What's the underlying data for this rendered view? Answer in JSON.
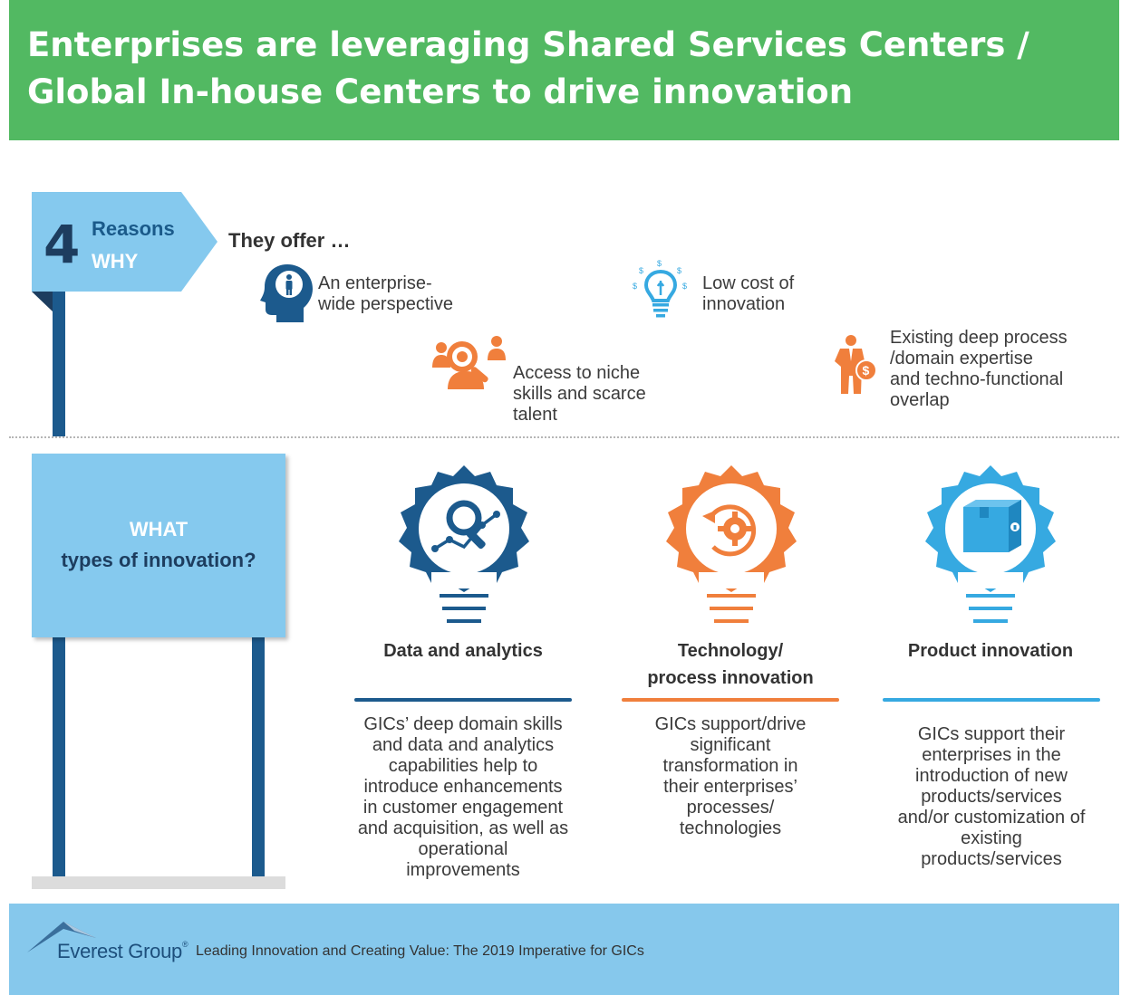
{
  "header": {
    "title_line1": "Enterprises are leveraging Shared Services Centers /",
    "title_line2": "Global In-house Centers to drive innovation"
  },
  "reasons": {
    "number": "4",
    "word": "Reasons",
    "why": "WHY",
    "intro": "They offer …",
    "items": [
      {
        "icon": "head-person-icon",
        "line1": "An enterprise-",
        "line2": "wide perspective"
      },
      {
        "icon": "talent-search-icon",
        "line1": "Access to niche",
        "line2": "skills and scarce",
        "line3": "talent"
      },
      {
        "icon": "lightbulb-dollar-icon",
        "line1": "Low cost of",
        "line2": "innovation"
      },
      {
        "icon": "businessman-dollar-icon",
        "line1": "Existing deep process",
        "line2": "/domain expertise",
        "line3": "and techno-functional",
        "line4": "overlap"
      }
    ]
  },
  "what": {
    "line1": "WHAT",
    "line2": "types of innovation?"
  },
  "types": [
    {
      "icon": "analytics-bulb-icon",
      "title1": "Data and analytics",
      "title2": "",
      "color": "#1c5a8d",
      "desc": [
        "GICs’ deep domain skills",
        "and data and analytics",
        "capabilities help to",
        "introduce enhancements",
        "in customer engagement",
        "and acquisition, as well as",
        "operational",
        "improvements"
      ]
    },
    {
      "icon": "process-gear-bulb-icon",
      "title1": "Technology/",
      "title2": "process innovation",
      "color": "#f07f3c",
      "desc": [
        "GICs support/drive",
        "significant",
        "transformation in",
        "their enterprises’",
        "processes/",
        "technologies"
      ]
    },
    {
      "icon": "product-box-bulb-icon",
      "title1": "Product innovation",
      "title2": "",
      "color": "#36a9e1",
      "desc": [
        "GICs support their",
        "enterprises in the",
        "introduction of new",
        "products/services",
        "and/or customization of",
        "existing",
        "products/services"
      ]
    }
  ],
  "colors": {
    "header_green": "#52b962",
    "navy": "#1c5a8d",
    "orange": "#f07f3c",
    "sky": "#36a9e1",
    "sign_blue": "#85c9ee"
  },
  "footer": {
    "brand": "Everest Group",
    "text": "Leading Innovation and Creating Value: The 2019 Imperative for GICs"
  }
}
